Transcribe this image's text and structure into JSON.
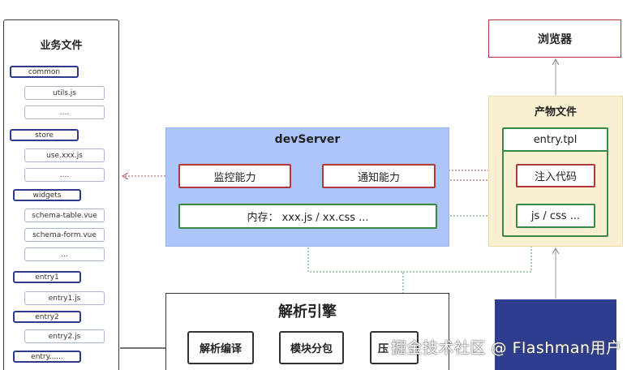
{
  "left_panel": {
    "title": "业务文件",
    "items": [
      {
        "label": "common",
        "kind": "folder"
      },
      {
        "label": "utils.js",
        "kind": "file"
      },
      {
        "label": "....",
        "kind": "file"
      },
      {
        "label": "store",
        "kind": "folder"
      },
      {
        "label": "use.xxx.js",
        "kind": "file"
      },
      {
        "label": "....",
        "kind": "file"
      },
      {
        "label": "widgets",
        "kind": "folder"
      },
      {
        "label": "schema-table.vue",
        "kind": "file"
      },
      {
        "label": "schema-form.vue",
        "kind": "file"
      },
      {
        "label": "...",
        "kind": "file"
      },
      {
        "label": "entry1",
        "kind": "folder"
      },
      {
        "label": "entry1.js",
        "kind": "file"
      },
      {
        "label": "entry2",
        "kind": "folder"
      },
      {
        "label": "entry2.js",
        "kind": "file"
      },
      {
        "label": "entry......",
        "kind": "folder"
      }
    ]
  },
  "dev_server": {
    "title": "devServer",
    "monitor": "监控能力",
    "notify": "通知能力",
    "memory": "内存： xxx.js / xx.css ..."
  },
  "artifacts": {
    "title": "产物文件",
    "entry_tpl": "entry.tpl",
    "inject": "注入代码",
    "assets": "js / css ..."
  },
  "browser": {
    "label": "浏览器"
  },
  "parser": {
    "title": "解析引擎",
    "step1": "解析编译",
    "step2": "模块分包",
    "step3": "压"
  },
  "watermark": "掘金技术社区 @ Flashman用户",
  "colors": {
    "folder_border": "#2f3a8f",
    "red": "#b5373d",
    "green": "#3a8a45",
    "devserver_bg": "#adc6fa",
    "artifacts_bg": "#fbf1d2",
    "dark_block": "#2e3d8f"
  }
}
